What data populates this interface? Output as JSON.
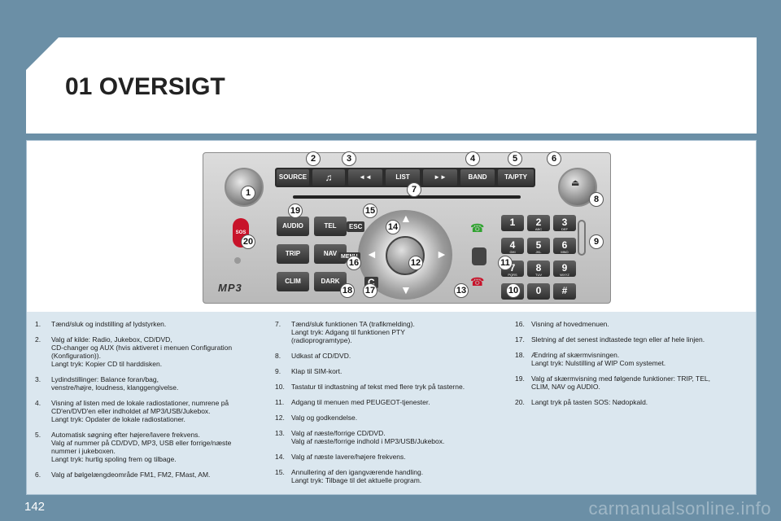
{
  "page": {
    "title": "01 OVERSIGT",
    "number": "142",
    "watermark": "carmanualsonline.info"
  },
  "radio": {
    "buttons": {
      "source": "SOURCE",
      "music": "♫",
      "prev": "◄◄",
      "list": "LIST",
      "next": "►►",
      "band": "BAND",
      "ta_pty": "TA/PTY",
      "audio": "AUDIO",
      "tel": "TEL",
      "trip": "TRIP",
      "nav": "NAV",
      "clim": "CLIM",
      "dark": "DARK",
      "esc": "ESC",
      "menu": "MENU",
      "c": "C",
      "sos": "SOS"
    },
    "logo": "MP3",
    "keypad": [
      {
        "k": "1",
        "s": ""
      },
      {
        "k": "2",
        "s": "ABC"
      },
      {
        "k": "3",
        "s": "DEF"
      },
      {
        "k": "4",
        "s": "GHI"
      },
      {
        "k": "5",
        "s": "JKL"
      },
      {
        "k": "6",
        "s": "MNO"
      },
      {
        "k": "7",
        "s": "PQRS"
      },
      {
        "k": "8",
        "s": "TUV"
      },
      {
        "k": "9",
        "s": "WXYZ"
      },
      {
        "k": "*",
        "s": ""
      },
      {
        "k": "0",
        "s": ""
      },
      {
        "k": "#",
        "s": ""
      }
    ],
    "callouts": [
      "1",
      "2",
      "3",
      "4",
      "5",
      "6",
      "7",
      "8",
      "9",
      "10",
      "11",
      "12",
      "13",
      "14",
      "15",
      "16",
      "17",
      "18",
      "19",
      "20"
    ]
  },
  "items": {
    "col1": [
      {
        "n": "1.",
        "t": "Tænd/sluk og indstilling af lydstyrken."
      },
      {
        "n": "2.",
        "t": "Valg af kilde: Radio, Jukebox, CD/DVD,\nCD-changer og AUX (hvis aktiveret i menuen Configuration\n(Konfiguration)).\nLangt tryk: Kopier CD til harddisken."
      },
      {
        "n": "3.",
        "t": "Lydindstillinger: Balance foran/bag,\nvenstre/højre, loudness, klanggengivelse."
      },
      {
        "n": "4.",
        "t": "Visning af listen med de lokale radiostationer, numrene på\nCD'en/DVD'en eller indholdet af MP3/USB/Jukebox.\nLangt tryk: Opdater de lokale radiostationer."
      },
      {
        "n": "5.",
        "t": "Automatisk søgning efter højere/lavere frekvens.\nValg af nummer på CD/DVD, MP3, USB eller forrige/næste\nnummer i jukeboxen.\nLangt tryk: hurtig spoling frem og tilbage."
      },
      {
        "n": "6.",
        "t": "Valg af bølgelængdeområde FM1, FM2, FMast, AM."
      }
    ],
    "col2": [
      {
        "n": "7.",
        "t": "Tænd/sluk funktionen TA (trafikmelding).\nLangt tryk: Adgang til funktionen PTY\n(radioprogramtype)."
      },
      {
        "n": "8.",
        "t": "Udkast af CD/DVD."
      },
      {
        "n": "9.",
        "t": "Klap til SIM-kort."
      },
      {
        "n": "10.",
        "t": "Tastatur til indtastning af tekst med flere tryk på tasterne."
      },
      {
        "n": "11.",
        "t": "Adgang til menuen med PEUGEOT-tjenester."
      },
      {
        "n": "12.",
        "t": "Valg og godkendelse."
      },
      {
        "n": "13.",
        "t": "Valg af næste/forrige CD/DVD.\nValg af næste/forrige indhold i MP3/USB/Jukebox."
      },
      {
        "n": "14.",
        "t": "Valg af næste lavere/højere frekvens."
      },
      {
        "n": "15.",
        "t": "Annullering af den igangværende handling.\nLangt tryk: Tilbage til det aktuelle program."
      }
    ],
    "col3": [
      {
        "n": "16.",
        "t": "Visning af hovedmenuen."
      },
      {
        "n": "17.",
        "t": "Sletning af det senest indtastede tegn eller af hele linjen."
      },
      {
        "n": "18.",
        "t": "Ændring af skærmvisningen.\nLangt tryk: Nulstilling af WIP Com systemet."
      },
      {
        "n": "19.",
        "t": "Valg af skærmvisning med følgende funktioner: TRIP, TEL,\nCLIM, NAV og AUDIO."
      },
      {
        "n": "20.",
        "t": "Langt tryk på tasten SOS: Nødopkald."
      }
    ]
  }
}
